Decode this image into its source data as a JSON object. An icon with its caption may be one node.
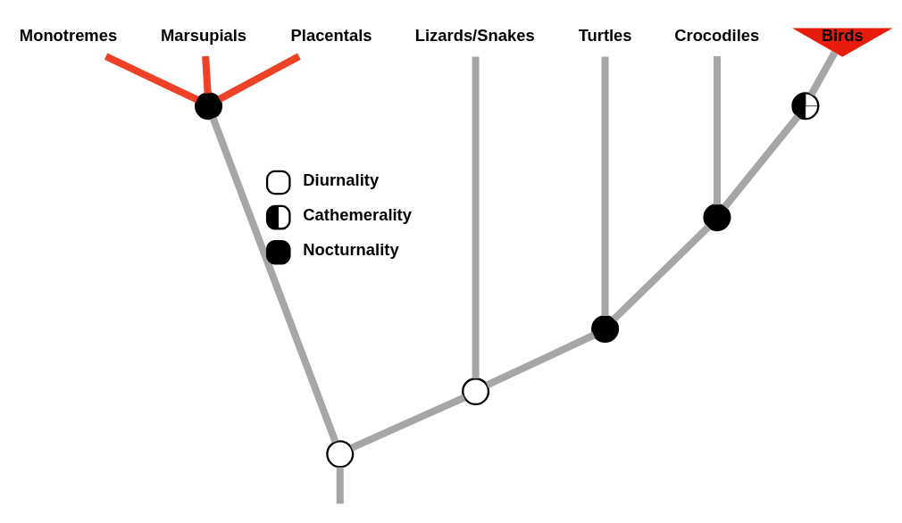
{
  "diagram": {
    "nodes": [
      {
        "text": [
          "Monotremes"
        ]
      },
      {
        "text": [
          "Marsupials"
        ]
      },
      {
        "text": [
          "Placentals"
        ]
      },
      {
        "text": [
          "Lizards/Snakes"
        ]
      },
      {
        "text": [
          "Turtles"
        ]
      },
      {
        "text": [
          "Crocodiles"
        ]
      },
      {
        "text": [
          "Birds"
        ]
      },
      {
        "text": [],
        "shape": "circle"
      },
      {
        "text": [],
        "shape": "circle"
      },
      {
        "text": [],
        "shape": "circle"
      },
      {
        "text": [],
        "shape": "circle"
      },
      {
        "text": [],
        "shape": "circle"
      },
      {
        "text": [],
        "shape": "circle"
      }
    ],
    "edges": [
      {
        "from": null,
        "to": 12,
        "arrow": "none"
      },
      {
        "from": 12,
        "to": 9,
        "arrow": "none"
      },
      {
        "from": 12,
        "to": 11,
        "arrow": "none"
      },
      {
        "from": 9,
        "to": 0,
        "arrow": "none",
        "color": "#ee4127"
      },
      {
        "from": 9,
        "to": 1,
        "arrow": "none",
        "color": "#ee4127"
      },
      {
        "from": 9,
        "to": 2,
        "arrow": "none",
        "color": "#ee4127"
      },
      {
        "from": 11,
        "to": 3,
        "arrow": "none"
      },
      {
        "from": 11,
        "to": 10,
        "arrow": "none"
      },
      {
        "from": 10,
        "to": 4,
        "arrow": "none"
      },
      {
        "from": 10,
        "to": 8,
        "arrow": "none"
      },
      {
        "from": 8,
        "to": 5,
        "arrow": "none"
      },
      {
        "from": 8,
        "to": 7,
        "arrow": "none"
      },
      {
        "from": 7,
        "to": 6,
        "arrow": "none"
      }
    ],
    "legend": [
      {
        "text": "Diurnality"
      },
      {
        "text": "Cathemerality"
      },
      {
        "text": "Nocturnality"
      }
    ]
  }
}
